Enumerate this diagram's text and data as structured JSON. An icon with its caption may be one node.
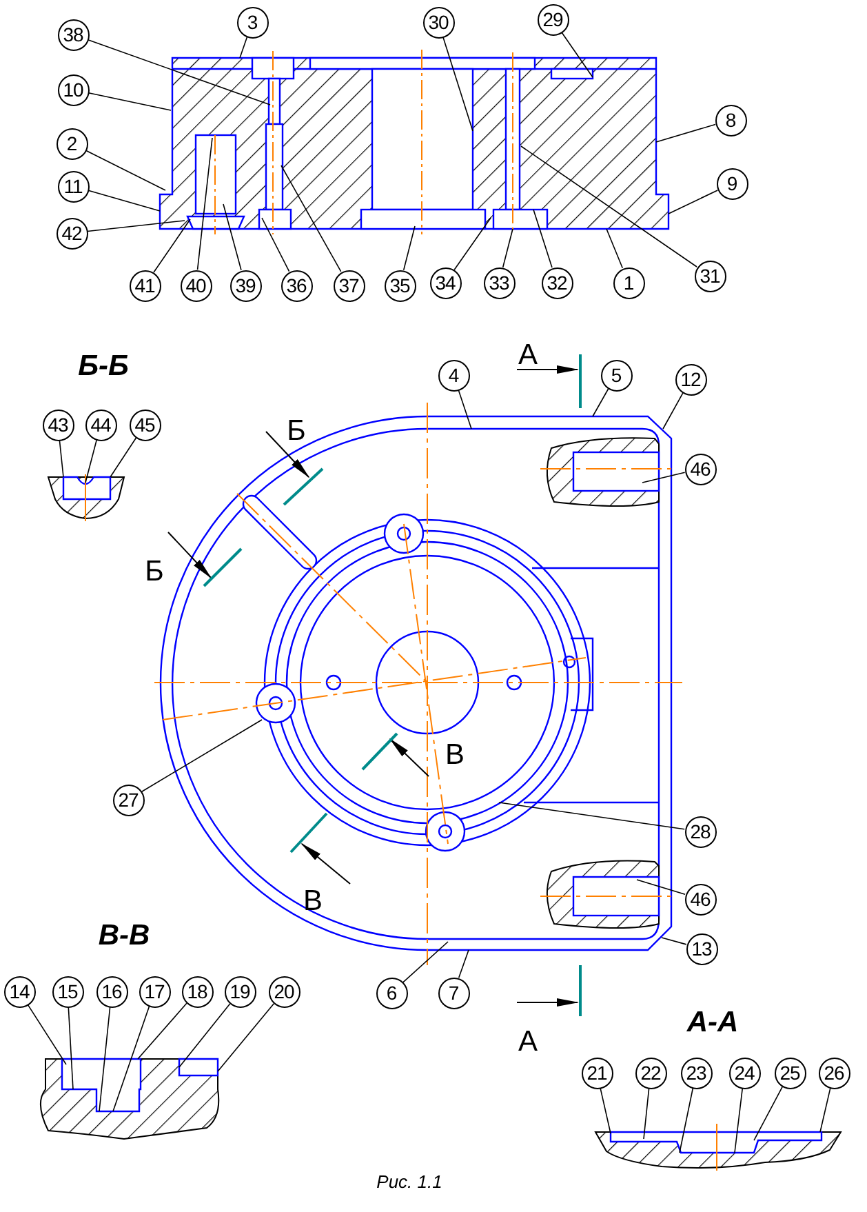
{
  "diagram": {
    "caption": "Рис. 1.1",
    "nodes": [
      {
        "text": [
          "3"
        ]
      },
      {
        "text": [
          "29"
        ]
      },
      {
        "text": [
          "30"
        ]
      },
      {
        "text": [
          "38"
        ]
      },
      {
        "text": [
          "10"
        ]
      },
      {
        "text": [
          "8"
        ]
      },
      {
        "text": [
          "2"
        ]
      },
      {
        "text": [
          "9"
        ]
      },
      {
        "text": [
          "11"
        ]
      },
      {
        "text": [
          "42"
        ]
      },
      {
        "text": [
          "41"
        ]
      },
      {
        "text": [
          "40"
        ]
      },
      {
        "text": [
          "39"
        ]
      },
      {
        "text": [
          "36"
        ]
      },
      {
        "text": [
          "37"
        ]
      },
      {
        "text": [
          "35"
        ]
      },
      {
        "text": [
          "34"
        ]
      },
      {
        "text": [
          "33"
        ]
      },
      {
        "text": [
          "32"
        ]
      },
      {
        "text": [
          "1"
        ]
      },
      {
        "text": [
          "31"
        ]
      },
      {
        "text": [
          "4"
        ]
      },
      {
        "text": [
          "5"
        ]
      },
      {
        "text": [
          "12"
        ]
      },
      {
        "text": [
          "43"
        ]
      },
      {
        "text": [
          "44"
        ]
      },
      {
        "text": [
          "45"
        ]
      },
      {
        "text": [
          "46"
        ]
      },
      {
        "text": [
          "27"
        ]
      },
      {
        "text": [
          "28"
        ]
      },
      {
        "text": [
          "46"
        ]
      },
      {
        "text": [
          "13"
        ]
      },
      {
        "text": [
          "6"
        ]
      },
      {
        "text": [
          "7"
        ]
      },
      {
        "text": [
          "14"
        ]
      },
      {
        "text": [
          "15"
        ]
      },
      {
        "text": [
          "16"
        ]
      },
      {
        "text": [
          "17"
        ]
      },
      {
        "text": [
          "18"
        ]
      },
      {
        "text": [
          "19"
        ]
      },
      {
        "text": [
          "20"
        ]
      },
      {
        "text": [
          "21"
        ]
      },
      {
        "text": [
          "22"
        ]
      },
      {
        "text": [
          "23"
        ]
      },
      {
        "text": [
          "24"
        ]
      },
      {
        "text": [
          "25"
        ]
      },
      {
        "text": [
          "26"
        ]
      },
      {
        "text": [],
        "shape": "picture"
      },
      {
        "text": [],
        "shape": "picture"
      },
      {
        "text": [],
        "shape": "picture"
      },
      {
        "text": [],
        "shape": "picture"
      },
      {
        "text": [],
        "shape": "picture"
      }
    ],
    "edges": [
      {
        "from": 0,
        "to": 47,
        "arrow": "none"
      },
      {
        "from": 1,
        "to": 47,
        "arrow": "none"
      },
      {
        "from": 2,
        "to": 47,
        "arrow": "none"
      },
      {
        "from": 3,
        "to": 47,
        "arrow": "none"
      },
      {
        "from": 4,
        "to": 47,
        "arrow": "none"
      },
      {
        "from": 5,
        "to": 47,
        "arrow": "none"
      },
      {
        "from": 6,
        "to": 47,
        "arrow": "none"
      },
      {
        "from": 7,
        "to": 47,
        "arrow": "none"
      },
      {
        "from": 8,
        "to": 47,
        "arrow": "none"
      },
      {
        "from": 9,
        "to": 47,
        "arrow": "none"
      },
      {
        "from": 10,
        "to": 47,
        "arrow": "none"
      },
      {
        "from": 11,
        "to": 47,
        "arrow": "none"
      },
      {
        "from": 12,
        "to": 47,
        "arrow": "none"
      },
      {
        "from": 13,
        "to": 47,
        "arrow": "none"
      },
      {
        "from": 14,
        "to": 47,
        "arrow": "none"
      },
      {
        "from": 15,
        "to": 47,
        "arrow": "none"
      },
      {
        "from": 16,
        "to": 47,
        "arrow": "none"
      },
      {
        "from": 17,
        "to": 47,
        "arrow": "none"
      },
      {
        "from": 18,
        "to": 47,
        "arrow": "none"
      },
      {
        "from": 19,
        "to": 47,
        "arrow": "none"
      },
      {
        "from": 20,
        "to": 47,
        "arrow": "none"
      },
      {
        "from": 21,
        "to": 48,
        "arrow": "none"
      },
      {
        "from": 22,
        "to": 48,
        "arrow": "none"
      },
      {
        "from": 23,
        "to": 48,
        "arrow": "none"
      },
      {
        "from": 24,
        "to": 49,
        "arrow": "none"
      },
      {
        "from": 25,
        "to": 49,
        "arrow": "none"
      },
      {
        "from": 26,
        "to": 49,
        "arrow": "none"
      },
      {
        "from": 27,
        "to": 48,
        "arrow": "none"
      },
      {
        "from": 28,
        "to": 48,
        "arrow": "none"
      },
      {
        "from": 29,
        "to": 48,
        "arrow": "none"
      },
      {
        "from": 30,
        "to": 48,
        "arrow": "none"
      },
      {
        "from": 31,
        "to": 48,
        "arrow": "none"
      },
      {
        "from": 32,
        "to": 48,
        "arrow": "none"
      },
      {
        "from": 33,
        "to": 48,
        "arrow": "none"
      },
      {
        "from": 34,
        "to": 50,
        "arrow": "none"
      },
      {
        "from": 35,
        "to": 50,
        "arrow": "none"
      },
      {
        "from": 36,
        "to": 50,
        "arrow": "none"
      },
      {
        "from": 37,
        "to": 50,
        "arrow": "none"
      },
      {
        "from": 38,
        "to": 50,
        "arrow": "none"
      },
      {
        "from": 39,
        "to": 50,
        "arrow": "none"
      },
      {
        "from": 40,
        "to": 50,
        "arrow": "none"
      },
      {
        "from": 41,
        "to": 51,
        "arrow": "none"
      },
      {
        "from": 42,
        "to": 51,
        "arrow": "none"
      },
      {
        "from": 43,
        "to": 51,
        "arrow": "none"
      },
      {
        "from": 44,
        "to": 51,
        "arrow": "none"
      },
      {
        "from": 45,
        "to": 51,
        "arrow": "none"
      },
      {
        "from": 46,
        "to": 51,
        "arrow": "none"
      }
    ],
    "labels": [
      "А",
      "Б-Б",
      "Б",
      "Б",
      "В",
      "В",
      "В-В",
      "А-А",
      "А"
    ]
  }
}
